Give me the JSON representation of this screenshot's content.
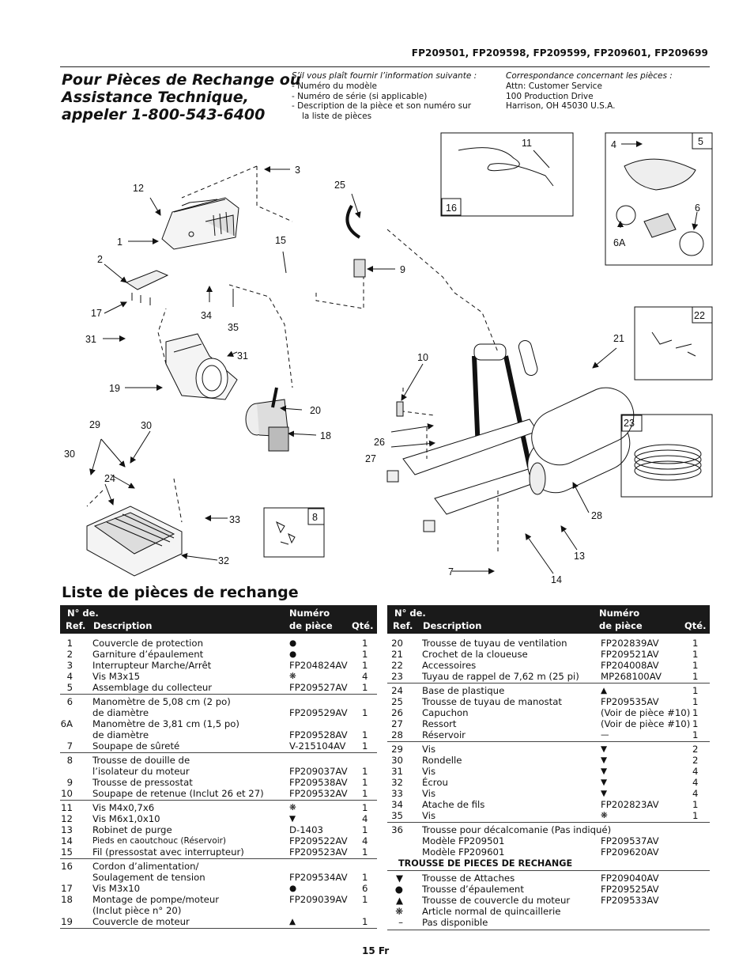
{
  "header": {
    "models": "FP209501, FP209598, FP209599, FP209601, FP209699"
  },
  "phone_lines": [
    "Pour Pièces de Rechange ou",
    "Assistance Technique,",
    "appeler 1-800-543-6400"
  ],
  "info_block": {
    "title": "S’il vous plaît fournir l’information suivante :",
    "lines": [
      "- Numéro du modèle",
      "- Numéro de série (si applicable)",
      "- Description de la pièce et son numéro sur",
      "la liste de pièces"
    ]
  },
  "correspondence": {
    "title": "Correspondance concernant les pièces :",
    "lines": [
      "Attn: Customer Service",
      "100 Production Drive",
      "Harrison, OH 45030 U.S.A."
    ]
  },
  "diagram_labels": [
    "1",
    "2",
    "3",
    "4",
    "5",
    "6",
    "6A",
    "7",
    "8",
    "9",
    "10",
    "11",
    "12",
    "13",
    "14",
    "15",
    "16",
    "17",
    "18",
    "19",
    "20",
    "21",
    "22",
    "23",
    "24",
    "25",
    "26",
    "27",
    "28",
    "29",
    "30",
    "30",
    "31",
    "31",
    "32",
    "33",
    "34",
    "35"
  ],
  "parts_title": "Liste de pièces de rechange",
  "table_headers": {
    "ref_line1": "N° de.",
    "ref_line2": "Ref.",
    "description": "Description",
    "part_line1": "Numéro",
    "part_line2": "de pièce",
    "qty": "Qté."
  },
  "left_groups": [
    [
      {
        "ref": "1",
        "desc": "Couvercle de protection",
        "part": "●",
        "qty": "1"
      },
      {
        "ref": "2",
        "desc": "Garniture d’épaulement",
        "part": "●",
        "qty": "1"
      },
      {
        "ref": "3",
        "desc": "Interrupteur Marche/Arrêt",
        "part": "FP204824AV",
        "qty": "1"
      },
      {
        "ref": "4",
        "desc": "Vis M3x15",
        "part": "❋",
        "qty": "4"
      },
      {
        "ref": "5",
        "desc": "Assemblage du collecteur",
        "part": "FP209527AV",
        "qty": "1"
      }
    ],
    [
      {
        "ref": "6",
        "desc": "Manomètre de 5,08 cm (2 po)",
        "part": "",
        "qty": ""
      },
      {
        "ref": "",
        "desc": "de diamètre",
        "part": "FP209529AV",
        "qty": "1"
      },
      {
        "ref": "6A",
        "desc": "Manomètre de 3,81 cm (1,5 po)",
        "part": "",
        "qty": ""
      },
      {
        "ref": "",
        "desc": "de diamètre",
        "part": "FP209528AV",
        "qty": "1"
      },
      {
        "ref": "7",
        "desc": "Soupape de sûreté",
        "part": "V-215104AV",
        "qty": "1"
      }
    ],
    [
      {
        "ref": "8",
        "desc": "Trousse de douille de",
        "part": "",
        "qty": ""
      },
      {
        "ref": "",
        "desc": "l’isolateur du moteur",
        "part": "FP209037AV",
        "qty": "1"
      },
      {
        "ref": "9",
        "desc": "Trousse de pressostat",
        "part": "FP209538AV",
        "qty": "1"
      },
      {
        "ref": "10",
        "desc": "Soupape de retenue (Inclut 26 et 27)",
        "part": "FP209532AV",
        "qty": "1"
      }
    ],
    [
      {
        "ref": "11",
        "desc": "Vis M4x0,7x6",
        "part": "❋",
        "qty": "1"
      },
      {
        "ref": "12",
        "desc": "Vis M6x1,0x10",
        "part": "▼",
        "qty": "4"
      },
      {
        "ref": "13",
        "desc": "Robinet de purge",
        "part": "D-1403",
        "qty": "1"
      },
      {
        "ref": "14",
        "desc": "Pieds en caoutchouc (Réservoir)",
        "part": "FP209522AV",
        "qty": "4",
        "small": true
      },
      {
        "ref": "15",
        "desc": "Fil (pressostat avec interrupteur)",
        "part": "FP209523AV",
        "qty": "1"
      }
    ],
    [
      {
        "ref": "16",
        "desc": "Cordon d’alimentation/",
        "part": "",
        "qty": ""
      },
      {
        "ref": "",
        "desc": " Soulagement de tension",
        "part": "FP209534AV",
        "qty": "1"
      },
      {
        "ref": "17",
        "desc": "Vis M3x10",
        "part": "●",
        "qty": "6"
      },
      {
        "ref": "18",
        "desc": "Montage de pompe/moteur",
        "part": "FP209039AV",
        "qty": "1"
      },
      {
        "ref": "",
        "desc": "(Inclut pièce n° 20)",
        "part": "",
        "qty": ""
      },
      {
        "ref": "19",
        "desc": "Couvercle de moteur",
        "part": "▲",
        "qty": "1"
      }
    ]
  ],
  "right_groups": [
    [
      {
        "ref": "20",
        "desc": "Trousse de tuyau de ventilation",
        "part": "FP202839AV",
        "qty": "1"
      },
      {
        "ref": "21",
        "desc": "Crochet de la cloueuse",
        "part": "FP209521AV",
        "qty": "1"
      },
      {
        "ref": "22",
        "desc": "Accessoires",
        "part": "FP204008AV",
        "qty": "1"
      },
      {
        "ref": "23",
        "desc": "Tuyau de rappel de 7,62 m (25 pi)",
        "part": "MP268100AV",
        "qty": "1"
      }
    ],
    [
      {
        "ref": "24",
        "desc": "Base de plastique",
        "part": "▲",
        "qty": "1"
      },
      {
        "ref": "25",
        "desc": "Trousse de tuyau de manostat",
        "part": "FP209535AV",
        "qty": "1"
      },
      {
        "ref": "26",
        "desc": "Capuchon",
        "part": "(Voir de pièce #10)",
        "qty": "1"
      },
      {
        "ref": "27",
        "desc": "Ressort",
        "part": "(Voir de pièce #10)",
        "qty": "1"
      },
      {
        "ref": "28",
        "desc": "Réservoir",
        "part": "—",
        "qty": "1"
      }
    ],
    [
      {
        "ref": "29",
        "desc": "Vis",
        "part": "▼",
        "qty": "2"
      },
      {
        "ref": "30",
        "desc": "Rondelle",
        "part": "▼",
        "qty": "2"
      },
      {
        "ref": "31",
        "desc": "Vis",
        "part": "▼",
        "qty": "4"
      },
      {
        "ref": "32",
        "desc": "Écrou",
        "part": "▼",
        "qty": "4"
      },
      {
        "ref": "33",
        "desc": "Vis",
        "part": "▼",
        "qty": "4"
      },
      {
        "ref": "34",
        "desc": "Atache de fils",
        "part": "FP202823AV",
        "qty": "1"
      },
      {
        "ref": "35",
        "desc": "Vis",
        "part": "❋",
        "qty": "1"
      }
    ]
  ],
  "right_tail": [
    {
      "ref": "36",
      "desc": "Trousse pour décalcomanie (Pas indiqué)",
      "part": "",
      "qty": ""
    },
    {
      "ref": "",
      "desc": "  Modèle FP209501",
      "part": "FP209537AV",
      "qty": ""
    },
    {
      "ref": "",
      "desc": "  Modèle FP209601",
      "part": "FP209620AV",
      "qty": ""
    }
  ],
  "kit_section": "TROUSSE DE PIECES DE RECHANGE",
  "kit_rows": [
    {
      "ref": "▼",
      "desc": "Trousse de Attaches",
      "part": "FP209040AV",
      "qty": ""
    },
    {
      "ref": "●",
      "desc": "Trousse d’épaulement",
      "part": "FP209525AV",
      "qty": ""
    },
    {
      "ref": "▲",
      "desc": "Trousse de couvercle du moteur",
      "part": "FP209533AV",
      "qty": ""
    },
    {
      "ref": "❋",
      "desc": "Article normal de quincaillerie",
      "part": "",
      "qty": ""
    },
    {
      "ref": "–",
      "desc": "Pas disponible",
      "part": "",
      "qty": ""
    }
  ],
  "page_number": "15 Fr"
}
